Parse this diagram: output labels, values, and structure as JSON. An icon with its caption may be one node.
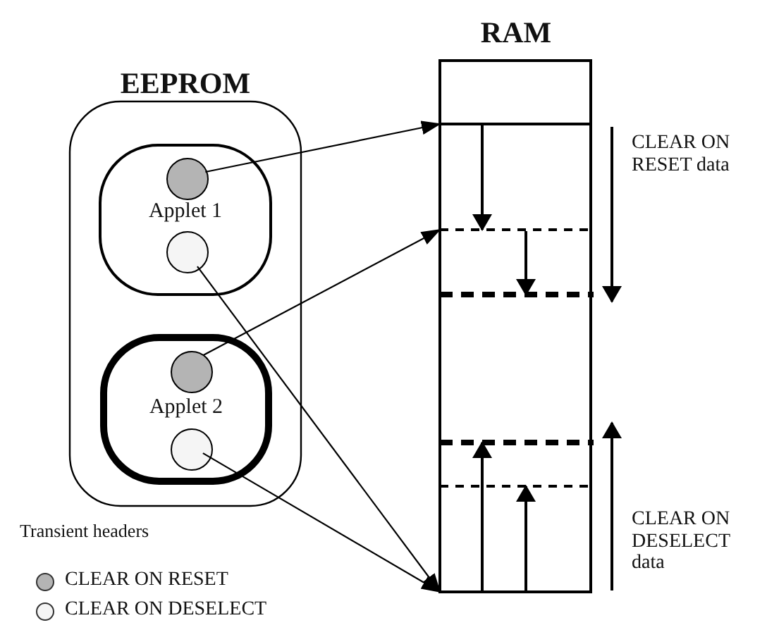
{
  "diagram": {
    "nodes": [
      {
        "text": [
          "EEPROM"
        ]
      },
      {
        "text": [
          "Applet 1"
        ],
        "in": 0
      },
      {
        "text": [],
        "shape": "circle",
        "in": 1
      },
      {
        "text": [],
        "shape": "circle",
        "in": 1
      },
      {
        "text": [
          "Applet 2"
        ],
        "in": 0
      },
      {
        "text": [],
        "shape": "circle",
        "in": 4
      },
      {
        "text": [],
        "shape": "circle",
        "in": 4
      },
      {
        "text": [
          "RAM"
        ]
      }
    ],
    "edges": [
      {
        "from": 2,
        "to": 7,
        "arrow": "to"
      },
      {
        "from": 3,
        "to": 7,
        "arrow": "to"
      },
      {
        "from": 5,
        "to": 7,
        "arrow": "to"
      },
      {
        "from": 6,
        "to": 7,
        "arrow": "to"
      }
    ],
    "labels": [
      "CLEAR ON RESET data",
      "CLEAR ON DESELECT data",
      "Transient headers"
    ],
    "legend": [
      {
        "text": "CLEAR ON RESET",
        "color": "#b4b4b4"
      },
      {
        "text": "CLEAR ON DESELECT",
        "color": "#f5f5f5"
      }
    ]
  }
}
